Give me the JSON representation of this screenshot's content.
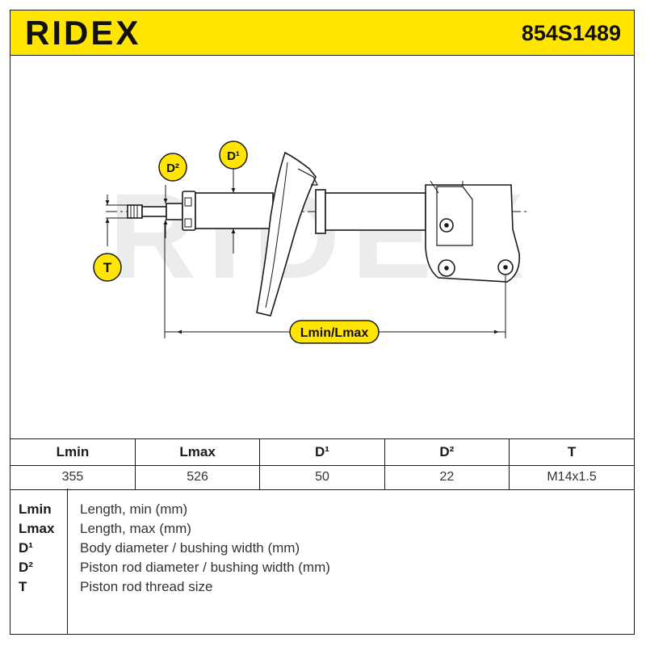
{
  "header": {
    "brand": "RIDEX",
    "part_number": "854S1489"
  },
  "diagram": {
    "labels": {
      "d1": "D¹",
      "d2": "D²",
      "t": "T",
      "length": "Lmin/Lmax"
    },
    "watermark": "RIDEX",
    "colors": {
      "accent": "#ffe500",
      "line": "#1a1a1a",
      "watermark": "#ececec"
    }
  },
  "specs": {
    "headers": [
      "Lmin",
      "Lmax",
      "D¹",
      "D²",
      "T"
    ],
    "values": [
      "355",
      "526",
      "50",
      "22",
      "M14x1.5"
    ]
  },
  "legend": [
    {
      "abbr": "Lmin",
      "desc": "Length, min (mm)"
    },
    {
      "abbr": "Lmax",
      "desc": "Length, max (mm)"
    },
    {
      "abbr": "D¹",
      "desc": "Body diameter / bushing width (mm)"
    },
    {
      "abbr": "D²",
      "desc": "Piston rod diameter / bushing width (mm)"
    },
    {
      "abbr": "T",
      "desc": "Piston rod thread size"
    }
  ]
}
